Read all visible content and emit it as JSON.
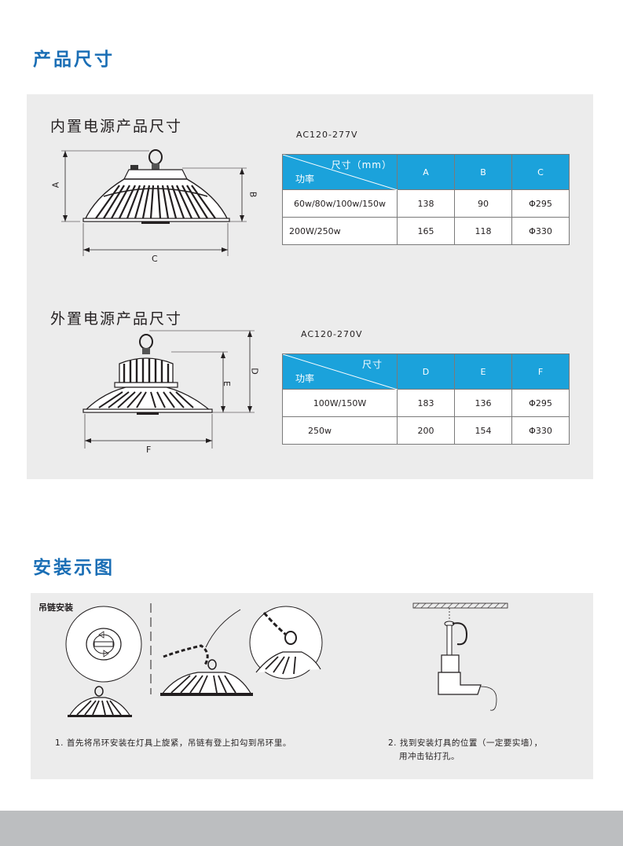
{
  "sections": {
    "dimensions_title": "产品尺寸",
    "install_title": "安装示图"
  },
  "internal": {
    "heading": "内置电源产品尺寸",
    "voltage": "AC120-277V",
    "header_top": "尺寸（mm）",
    "header_bottom": "功率",
    "columns": [
      "A",
      "B",
      "C"
    ],
    "rows": [
      {
        "power": "60w/80w/100w/150w",
        "values": [
          "138",
          "90",
          "Φ295"
        ]
      },
      {
        "power": "200W/250w",
        "values": [
          "165",
          "118",
          "Φ330"
        ]
      }
    ],
    "dim_labels": {
      "a": "A",
      "b": "B",
      "c": "C"
    }
  },
  "external": {
    "heading": "外置电源产品尺寸",
    "voltage": "AC120-270V",
    "header_top": "尺寸",
    "header_bottom": "功率",
    "columns": [
      "D",
      "E",
      "F"
    ],
    "rows": [
      {
        "power": "100W/150W",
        "values": [
          "183",
          "136",
          "Φ295"
        ]
      },
      {
        "power": "250w",
        "values": [
          "200",
          "154",
          "Φ330"
        ]
      }
    ],
    "dim_labels": {
      "d": "D",
      "e": "E",
      "f": "F"
    }
  },
  "install": {
    "chain_heading": "吊链安装",
    "step1": "1. 首先将吊环安装在灯具上旋紧，吊链有登上扣勾到吊环里。",
    "step2_line1": "2. 找到安装灯具的位置（一定要实墙），",
    "step2_line2": "用冲击钻打孔。"
  },
  "colors": {
    "accent_blue": "#1a6eb5",
    "table_header": "#1ba2db",
    "panel_gray": "#ececec",
    "footer_gray": "#bcbec0"
  }
}
